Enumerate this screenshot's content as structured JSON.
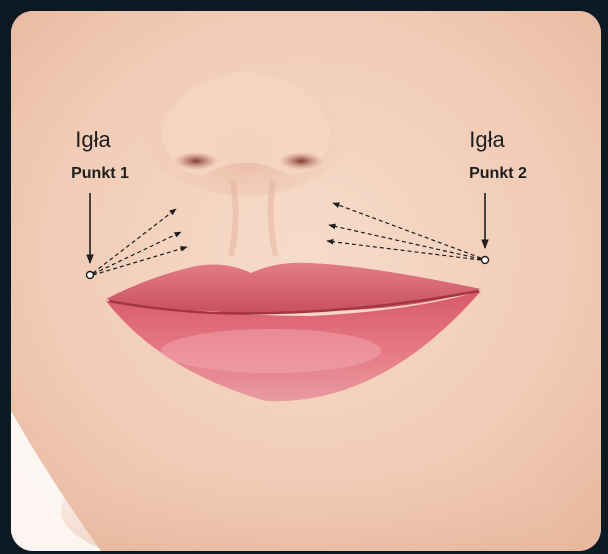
{
  "diagram": {
    "left_marker": {
      "needle_label": "Igła",
      "point_label": "Punkt 1"
    },
    "right_marker": {
      "needle_label": "Igła",
      "point_label": "Punkt 2"
    }
  },
  "colors": {
    "background": "#0c1a24",
    "skin": "#f4d2bd",
    "lips": "#e0707e",
    "text": "#1e1e1e",
    "arrow": "#1e1e1e"
  },
  "icons": {
    "injection_point": "small-circle",
    "needle_direction": "down-arrow",
    "injection_vectors": "dashed-arrows"
  }
}
